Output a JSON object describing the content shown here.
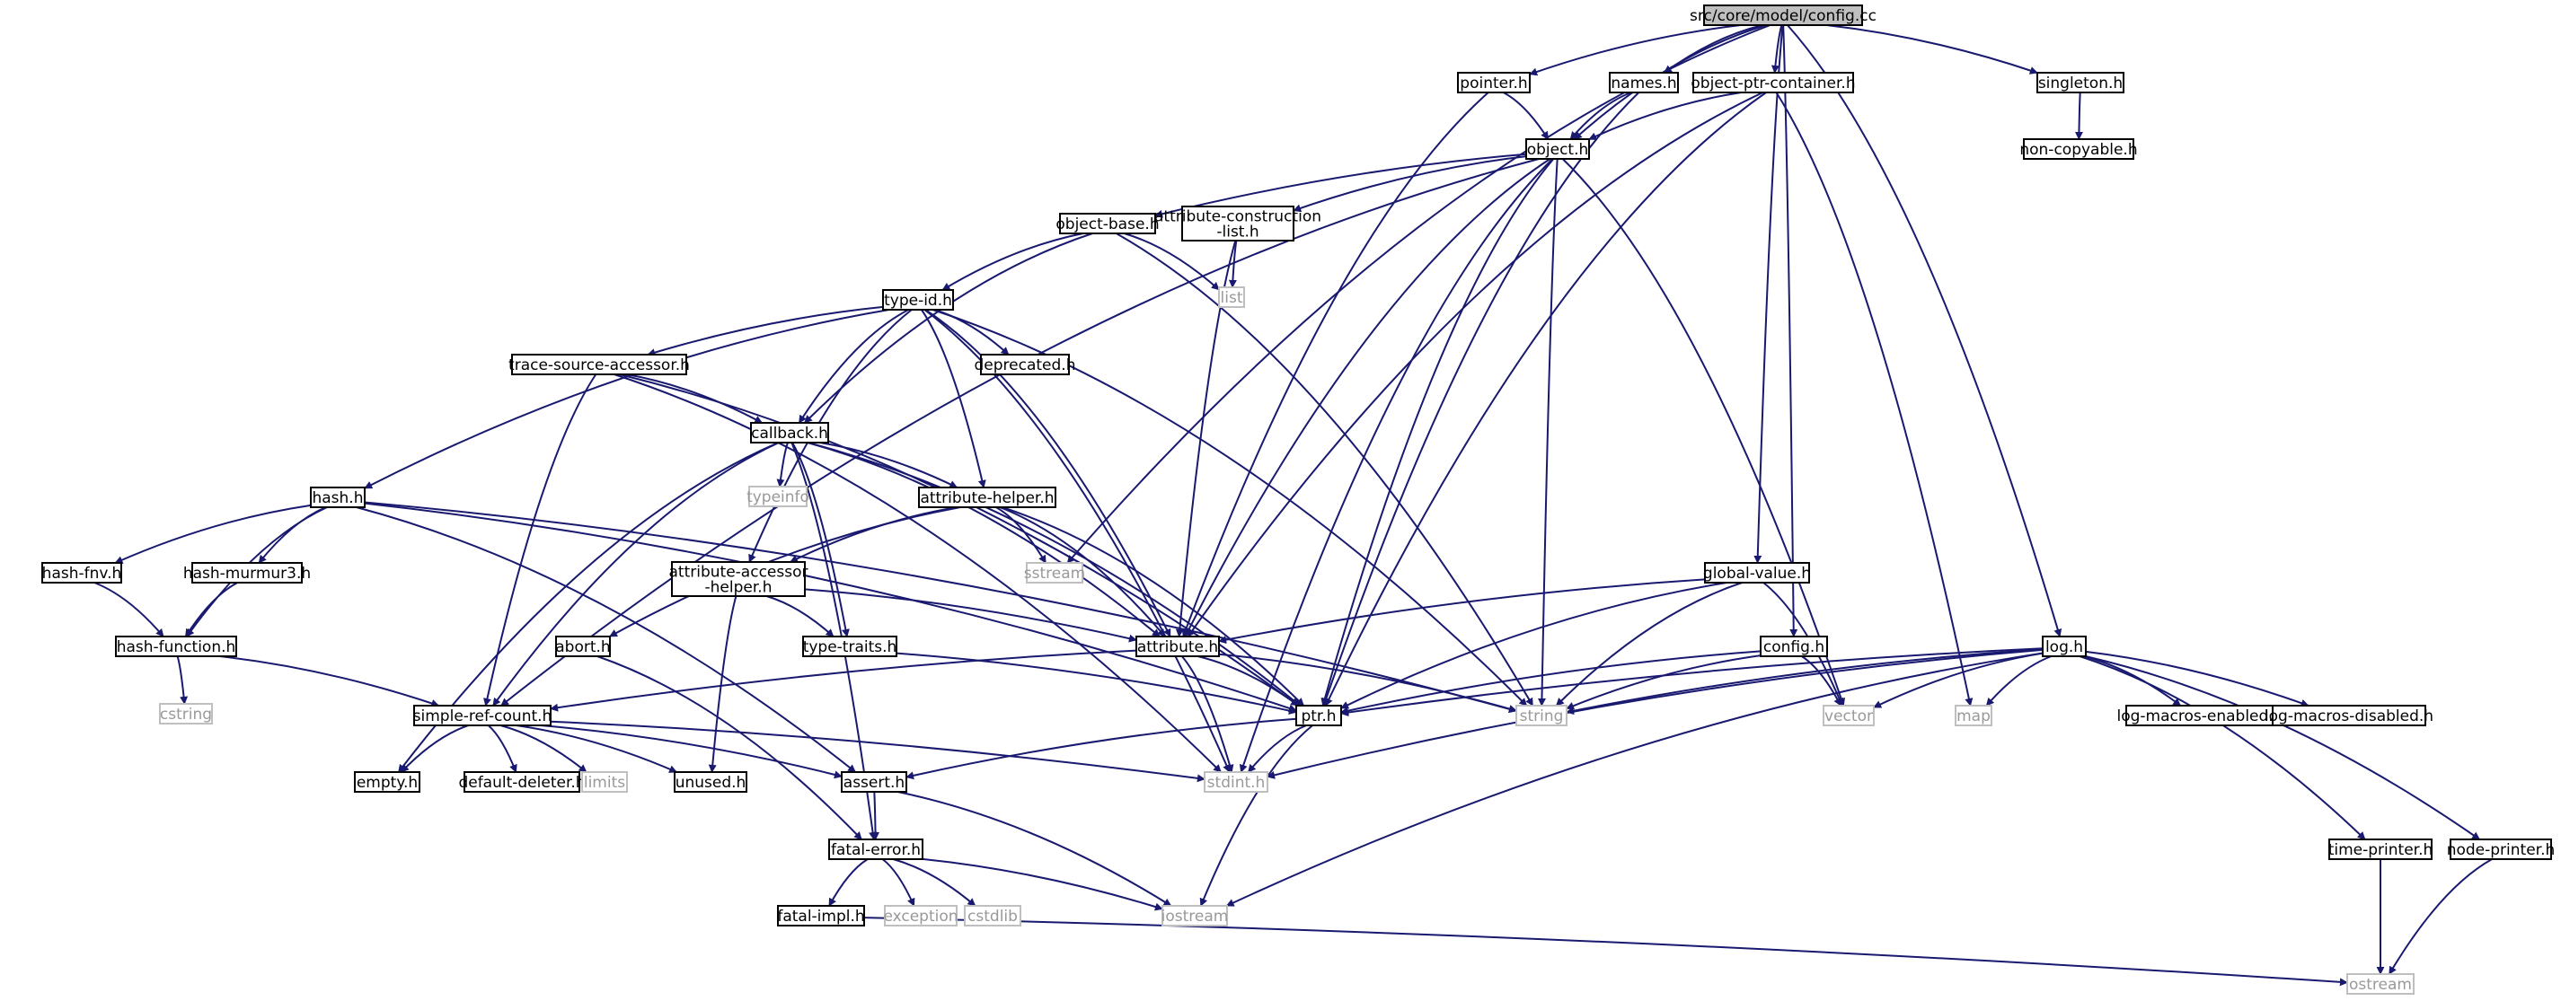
{
  "nodes": [
    {
      "id": "config_cc",
      "label": "src/core/model/config.cc",
      "kind": "root"
    },
    {
      "id": "pointer_h",
      "label": "pointer.h",
      "kind": "file"
    },
    {
      "id": "names_h",
      "label": "names.h",
      "kind": "file"
    },
    {
      "id": "object_ptr_container_h",
      "label": "object-ptr-container.h",
      "kind": "file"
    },
    {
      "id": "singleton_h",
      "label": "singleton.h",
      "kind": "file"
    },
    {
      "id": "non_copyable_h",
      "label": "non-copyable.h",
      "kind": "file"
    },
    {
      "id": "object_h",
      "label": "object.h",
      "kind": "file"
    },
    {
      "id": "object_base_h",
      "label": "object-base.h",
      "kind": "file"
    },
    {
      "id": "attribute_construction_list_h",
      "label": "attribute-construction\n-list.h",
      "kind": "file"
    },
    {
      "id": "list",
      "label": "list",
      "kind": "system"
    },
    {
      "id": "type_id_h",
      "label": "type-id.h",
      "kind": "file"
    },
    {
      "id": "trace_source_accessor_h",
      "label": "trace-source-accessor.h",
      "kind": "file"
    },
    {
      "id": "deprecated_h",
      "label": "deprecated.h",
      "kind": "file"
    },
    {
      "id": "callback_h",
      "label": "callback.h",
      "kind": "file"
    },
    {
      "id": "typeinfo",
      "label": "typeinfo",
      "kind": "system"
    },
    {
      "id": "hash_h",
      "label": "hash.h",
      "kind": "file"
    },
    {
      "id": "attribute_helper_h",
      "label": "attribute-helper.h",
      "kind": "file"
    },
    {
      "id": "sstream",
      "label": "sstream",
      "kind": "system"
    },
    {
      "id": "hash_fnv_h",
      "label": "hash-fnv.h",
      "kind": "file"
    },
    {
      "id": "hash_murmur3_h",
      "label": "hash-murmur3.h",
      "kind": "file"
    },
    {
      "id": "attribute_accessor_helper_h",
      "label": "attribute-accessor\n-helper.h",
      "kind": "file"
    },
    {
      "id": "global_value_h",
      "label": "global-value.h",
      "kind": "file"
    },
    {
      "id": "hash_function_h",
      "label": "hash-function.h",
      "kind": "file"
    },
    {
      "id": "abort_h",
      "label": "abort.h",
      "kind": "file"
    },
    {
      "id": "type_traits_h",
      "label": "type-traits.h",
      "kind": "file"
    },
    {
      "id": "attribute_h",
      "label": "attribute.h",
      "kind": "file"
    },
    {
      "id": "config_h",
      "label": "config.h",
      "kind": "file"
    },
    {
      "id": "log_h",
      "label": "log.h",
      "kind": "file"
    },
    {
      "id": "cstring",
      "label": "cstring",
      "kind": "system"
    },
    {
      "id": "simple_ref_count_h",
      "label": "simple-ref-count.h",
      "kind": "file"
    },
    {
      "id": "ptr_h",
      "label": "ptr.h",
      "kind": "file"
    },
    {
      "id": "string",
      "label": "string",
      "kind": "system"
    },
    {
      "id": "vector",
      "label": "vector",
      "kind": "system"
    },
    {
      "id": "map",
      "label": "map",
      "kind": "system"
    },
    {
      "id": "log_macros_enabled_h",
      "label": "log-macros-enabled.h",
      "kind": "file"
    },
    {
      "id": "log_macros_disabled_h",
      "label": "log-macros-disabled.h",
      "kind": "file"
    },
    {
      "id": "empty_h",
      "label": "empty.h",
      "kind": "file"
    },
    {
      "id": "default_deleter_h",
      "label": "default-deleter.h",
      "kind": "file"
    },
    {
      "id": "limits",
      "label": "limits",
      "kind": "system"
    },
    {
      "id": "unused_h",
      "label": "unused.h",
      "kind": "file"
    },
    {
      "id": "assert_h",
      "label": "assert.h",
      "kind": "file"
    },
    {
      "id": "stdint_h",
      "label": "stdint.h",
      "kind": "system"
    },
    {
      "id": "fatal_error_h",
      "label": "fatal-error.h",
      "kind": "file"
    },
    {
      "id": "time_printer_h",
      "label": "time-printer.h",
      "kind": "file"
    },
    {
      "id": "node_printer_h",
      "label": "node-printer.h",
      "kind": "file"
    },
    {
      "id": "fatal_impl_h",
      "label": "fatal-impl.h",
      "kind": "file"
    },
    {
      "id": "exception",
      "label": "exception",
      "kind": "system"
    },
    {
      "id": "cstdlib",
      "label": "cstdlib",
      "kind": "system"
    },
    {
      "id": "iostream",
      "label": "iostream",
      "kind": "system"
    },
    {
      "id": "ostream",
      "label": "ostream",
      "kind": "system"
    }
  ],
  "edges": [
    [
      "config_cc",
      "pointer_h"
    ],
    [
      "config_cc",
      "names_h"
    ],
    [
      "config_cc",
      "object_ptr_container_h"
    ],
    [
      "config_cc",
      "singleton_h"
    ],
    [
      "config_cc",
      "object_h"
    ],
    [
      "config_cc",
      "sstream"
    ],
    [
      "config_cc",
      "global_value_h"
    ],
    [
      "config_cc",
      "config_h"
    ],
    [
      "config_cc",
      "log_h"
    ],
    [
      "singleton_h",
      "non_copyable_h"
    ],
    [
      "pointer_h",
      "object_h"
    ],
    [
      "pointer_h",
      "attribute_h"
    ],
    [
      "names_h",
      "object_h"
    ],
    [
      "names_h",
      "ptr_h"
    ],
    [
      "object_ptr_container_h",
      "object_h"
    ],
    [
      "object_ptr_container_h",
      "attribute_h"
    ],
    [
      "object_ptr_container_h",
      "ptr_h"
    ],
    [
      "object_ptr_container_h",
      "map"
    ],
    [
      "object_h",
      "object_base_h"
    ],
    [
      "object_h",
      "attribute_construction_list_h"
    ],
    [
      "object_h",
      "simple_ref_count_h"
    ],
    [
      "object_h",
      "attribute_h"
    ],
    [
      "object_h",
      "ptr_h"
    ],
    [
      "object_h",
      "string"
    ],
    [
      "object_h",
      "vector"
    ],
    [
      "object_h",
      "stdint_h"
    ],
    [
      "object_base_h",
      "type_id_h"
    ],
    [
      "object_base_h",
      "callback_h"
    ],
    [
      "object_base_h",
      "list"
    ],
    [
      "object_base_h",
      "string"
    ],
    [
      "attribute_construction_list_h",
      "list"
    ],
    [
      "attribute_construction_list_h",
      "attribute_h"
    ],
    [
      "type_id_h",
      "trace_source_accessor_h"
    ],
    [
      "type_id_h",
      "deprecated_h"
    ],
    [
      "type_id_h",
      "callback_h"
    ],
    [
      "type_id_h",
      "hash_h"
    ],
    [
      "type_id_h",
      "attribute_helper_h"
    ],
    [
      "type_id_h",
      "attribute_accessor_helper_h"
    ],
    [
      "type_id_h",
      "attribute_h"
    ],
    [
      "type_id_h",
      "string"
    ],
    [
      "type_id_h",
      "stdint_h"
    ],
    [
      "trace_source_accessor_h",
      "callback_h"
    ],
    [
      "trace_source_accessor_h",
      "simple_ref_count_h"
    ],
    [
      "trace_source_accessor_h",
      "ptr_h"
    ],
    [
      "trace_source_accessor_h",
      "stdint_h"
    ],
    [
      "callback_h",
      "typeinfo"
    ],
    [
      "callback_h",
      "attribute_helper_h"
    ],
    [
      "callback_h",
      "type_traits_h"
    ],
    [
      "callback_h",
      "attribute_h"
    ],
    [
      "callback_h",
      "ptr_h"
    ],
    [
      "callback_h",
      "simple_ref_count_h"
    ],
    [
      "callback_h",
      "empty_h"
    ],
    [
      "callback_h",
      "fatal_error_h"
    ],
    [
      "hash_h",
      "hash_fnv_h"
    ],
    [
      "hash_h",
      "hash_murmur3_h"
    ],
    [
      "hash_h",
      "hash_function_h"
    ],
    [
      "hash_h",
      "assert_h"
    ],
    [
      "hash_h",
      "ptr_h"
    ],
    [
      "hash_h",
      "string"
    ],
    [
      "hash_fnv_h",
      "hash_function_h"
    ],
    [
      "hash_murmur3_h",
      "hash_function_h"
    ],
    [
      "hash_function_h",
      "cstring"
    ],
    [
      "hash_function_h",
      "simple_ref_count_h"
    ],
    [
      "attribute_helper_h",
      "attribute_accessor_helper_h"
    ],
    [
      "attribute_helper_h",
      "sstream"
    ],
    [
      "attribute_helper_h",
      "abort_h"
    ],
    [
      "attribute_helper_h",
      "attribute_h"
    ],
    [
      "attribute_helper_h",
      "ptr_h"
    ],
    [
      "attribute_accessor_helper_h",
      "attribute_h"
    ],
    [
      "attribute_accessor_helper_h",
      "type_traits_h"
    ],
    [
      "attribute_accessor_helper_h",
      "unused_h"
    ],
    [
      "type_traits_h",
      "ptr_h"
    ],
    [
      "abort_h",
      "fatal_error_h"
    ],
    [
      "attribute_h",
      "simple_ref_count_h"
    ],
    [
      "attribute_h",
      "ptr_h"
    ],
    [
      "attribute_h",
      "string"
    ],
    [
      "attribute_h",
      "stdint_h"
    ],
    [
      "global_value_h",
      "attribute_h"
    ],
    [
      "global_value_h",
      "ptr_h"
    ],
    [
      "global_value_h",
      "string"
    ],
    [
      "global_value_h",
      "vector"
    ],
    [
      "config_h",
      "ptr_h"
    ],
    [
      "config_h",
      "string"
    ],
    [
      "config_h",
      "vector"
    ],
    [
      "log_h",
      "ptr_h"
    ],
    [
      "log_h",
      "string"
    ],
    [
      "log_h",
      "vector"
    ],
    [
      "log_h",
      "map"
    ],
    [
      "log_h",
      "log_macros_enabled_h"
    ],
    [
      "log_h",
      "log_macros_disabled_h"
    ],
    [
      "log_h",
      "time_printer_h"
    ],
    [
      "log_h",
      "node_printer_h"
    ],
    [
      "log_h",
      "iostream"
    ],
    [
      "log_h",
      "stdint_h"
    ],
    [
      "simple_ref_count_h",
      "empty_h"
    ],
    [
      "simple_ref_count_h",
      "default_deleter_h"
    ],
    [
      "simple_ref_count_h",
      "limits"
    ],
    [
      "simple_ref_count_h",
      "unused_h"
    ],
    [
      "simple_ref_count_h",
      "assert_h"
    ],
    [
      "simple_ref_count_h",
      "stdint_h"
    ],
    [
      "ptr_h",
      "assert_h"
    ],
    [
      "ptr_h",
      "stdint_h"
    ],
    [
      "ptr_h",
      "iostream"
    ],
    [
      "assert_h",
      "fatal_error_h"
    ],
    [
      "assert_h",
      "iostream"
    ],
    [
      "fatal_error_h",
      "fatal_impl_h"
    ],
    [
      "fatal_error_h",
      "exception"
    ],
    [
      "fatal_error_h",
      "cstdlib"
    ],
    [
      "fatal_error_h",
      "iostream"
    ],
    [
      "fatal_impl_h",
      "ostream"
    ],
    [
      "time_printer_h",
      "ostream"
    ],
    [
      "node_printer_h",
      "ostream"
    ]
  ],
  "colors": {
    "edge": "#191970",
    "file_border": "#000000",
    "system_border": "#bfbfbf",
    "system_text": "#999999",
    "root_fill": "#bfbfbf",
    "text": "#000000"
  }
}
